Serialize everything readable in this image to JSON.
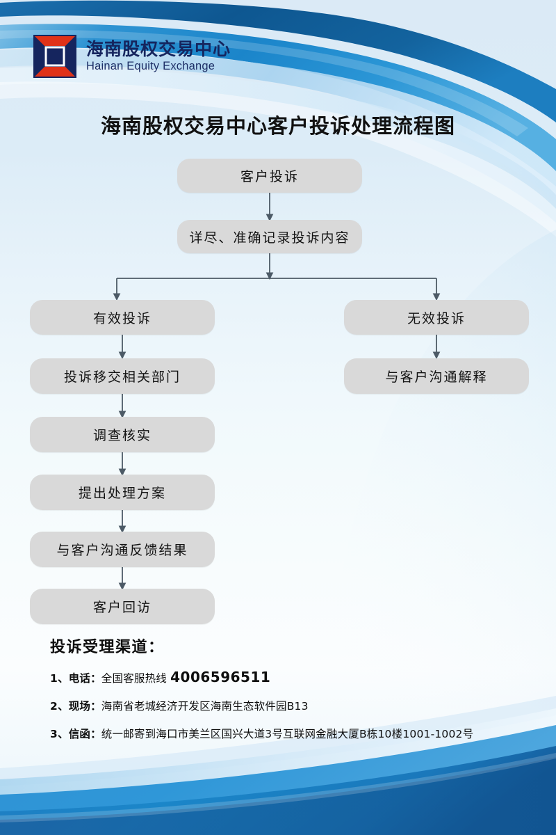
{
  "header": {
    "logo_cn": "海南股权交易中心",
    "logo_en": "Hainan Equity Exchange",
    "logo_icon": "hainan-equity-exchange-logo"
  },
  "title": "海南股权交易中心客户投诉处理流程图",
  "flowchart": {
    "nodes": [
      {
        "id": "n1",
        "label": "客户投诉"
      },
      {
        "id": "n2",
        "label": "详尽、准确记录投诉内容"
      },
      {
        "id": "n3",
        "label": "有效投诉"
      },
      {
        "id": "n4",
        "label": "无效投诉"
      },
      {
        "id": "n5",
        "label": "投诉移交相关部门"
      },
      {
        "id": "n6",
        "label": "与客户沟通解释"
      },
      {
        "id": "n7",
        "label": "调查核实"
      },
      {
        "id": "n8",
        "label": "提出处理方案"
      },
      {
        "id": "n9",
        "label": "与客户沟通反馈结果"
      },
      {
        "id": "n10",
        "label": "客户回访"
      }
    ]
  },
  "contact": {
    "heading": "投诉受理渠道：",
    "items": [
      {
        "index": "1、",
        "label": "电话：",
        "value": "全国客服热线 ",
        "phone": "4006596511"
      },
      {
        "index": "2、",
        "label": "现场：",
        "value": "海南省老城经济开发区海南生态软件园B13",
        "phone": ""
      },
      {
        "index": "3、",
        "label": "信函：",
        "value": "统一邮寄到海口市美兰区国兴大道3号互联网金融大厦B栋10楼1001-1002号",
        "phone": ""
      }
    ]
  },
  "colors": {
    "brand_blue": "#1b7fc4",
    "brand_dark_blue": "#10558f",
    "brand_navy": "#15255e",
    "brand_red": "#e03218",
    "node_fill": "#d9d9d9",
    "arrow": "#4c5a66",
    "page_bg": "#e8f3fa"
  }
}
